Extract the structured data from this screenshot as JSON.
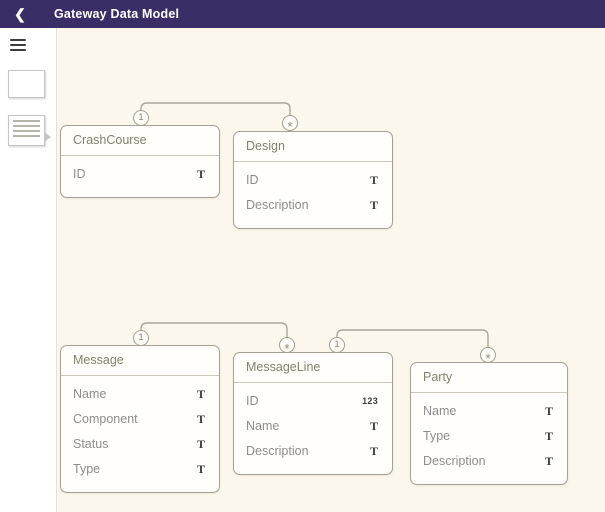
{
  "header": {
    "title": "Gateway Data Model",
    "back_icon": "❮",
    "bar_color": "#3b2e67"
  },
  "sidebar": {
    "menu_icon": "menu",
    "thumbnails": [
      {
        "name": "blank-page-thumbnail"
      },
      {
        "name": "model-page-thumbnail"
      }
    ]
  },
  "canvas": {
    "background_color": "#fbf7ec"
  },
  "entities": [
    {
      "name": "CrashCourse",
      "fields": [
        {
          "name": "ID",
          "type": "T"
        }
      ]
    },
    {
      "name": "Design",
      "fields": [
        {
          "name": "ID",
          "type": "T"
        },
        {
          "name": "Description",
          "type": "T"
        }
      ]
    },
    {
      "name": "Message",
      "fields": [
        {
          "name": "Name",
          "type": "T"
        },
        {
          "name": "Component",
          "type": "T"
        },
        {
          "name": "Status",
          "type": "T"
        },
        {
          "name": "Type",
          "type": "T"
        }
      ]
    },
    {
      "name": "MessageLine",
      "fields": [
        {
          "name": "ID",
          "type": "123"
        },
        {
          "name": "Name",
          "type": "T"
        },
        {
          "name": "Description",
          "type": "T"
        }
      ]
    },
    {
      "name": "Party",
      "fields": [
        {
          "name": "Name",
          "type": "T"
        },
        {
          "name": "Type",
          "type": "T"
        },
        {
          "name": "Description",
          "type": "T"
        }
      ]
    }
  ],
  "relationships": [
    {
      "from": "CrashCourse",
      "from_cardinality": "1",
      "to": "Design",
      "to_cardinality": "*"
    },
    {
      "from": "Message",
      "from_cardinality": "1",
      "to": "MessageLine",
      "to_cardinality": "*"
    },
    {
      "from": "MessageLine",
      "from_cardinality": "1",
      "to": "Party",
      "to_cardinality": "*"
    }
  ]
}
